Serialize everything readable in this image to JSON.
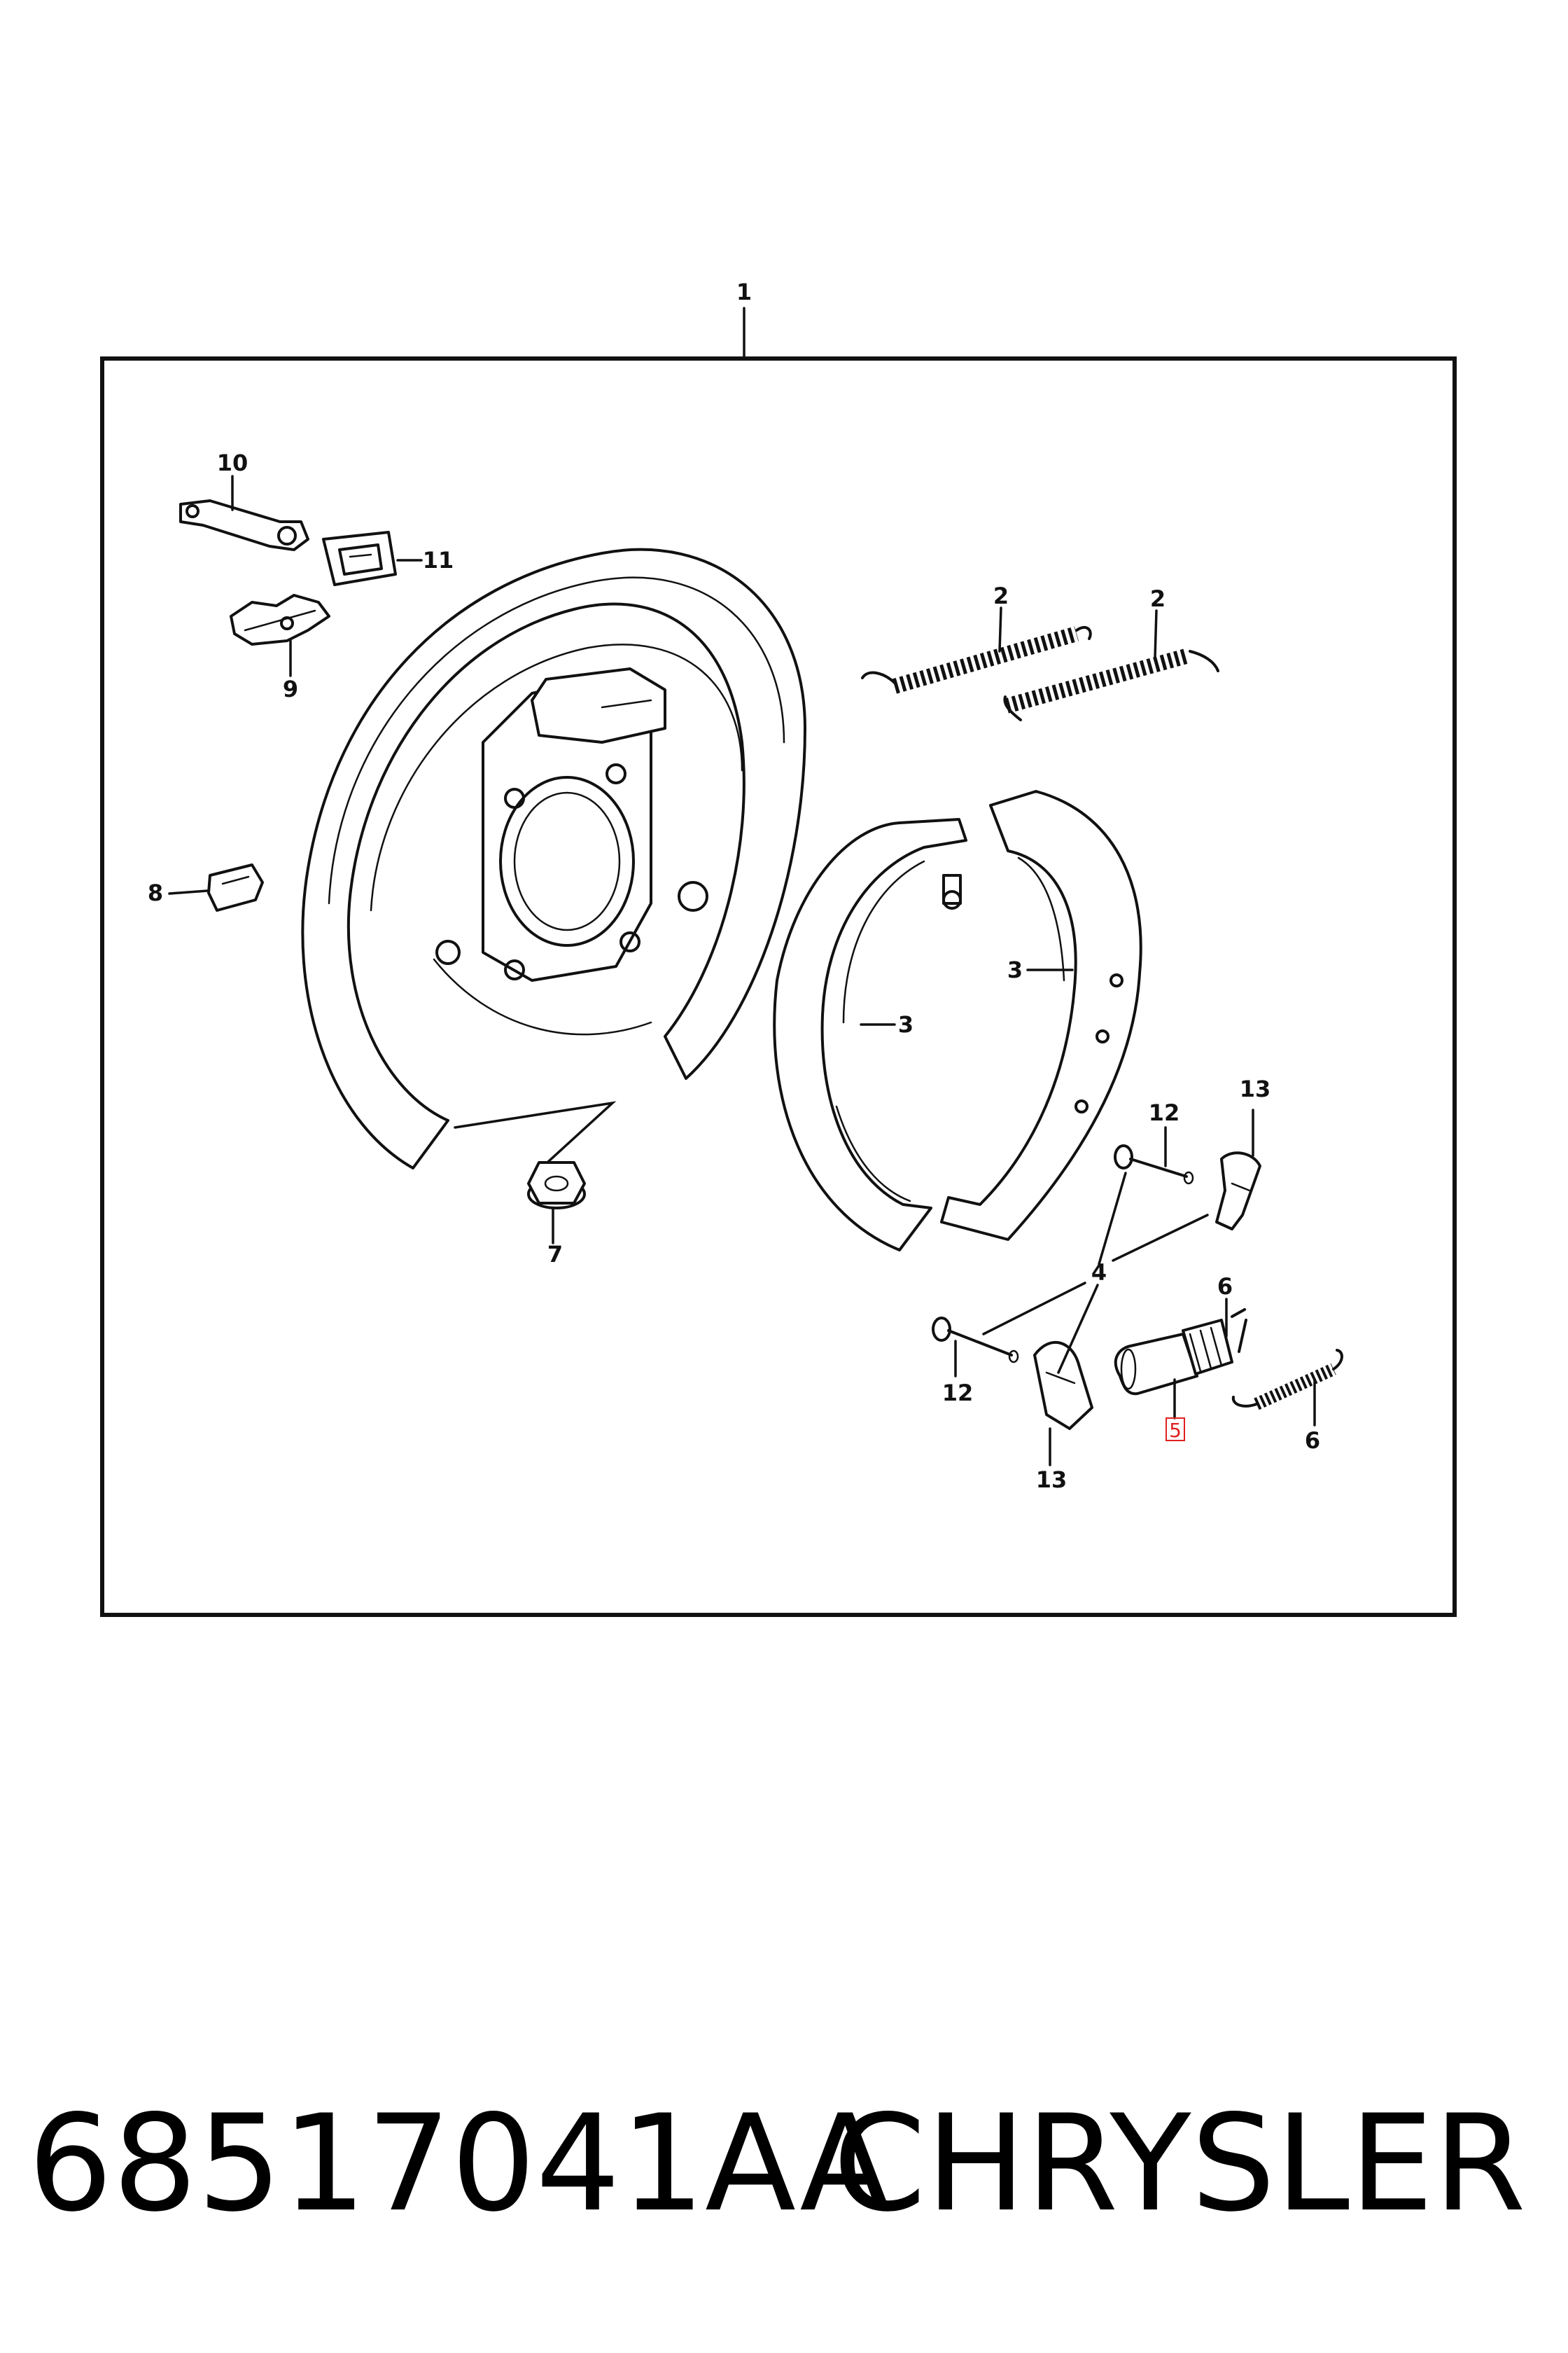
{
  "callouts": {
    "c1": "1",
    "c2a": "2",
    "c2b": "2",
    "c3a": "3",
    "c3b": "3",
    "c4": "4",
    "c5": "5",
    "c6a": "6",
    "c6b": "6",
    "c7": "7",
    "c8": "8",
    "c9": "9",
    "c10": "10",
    "c11": "11",
    "c12a": "12",
    "c12b": "12",
    "c13a": "13",
    "c13b": "13"
  },
  "highlight_color": "#e02020",
  "footer": {
    "part_number": "68517041AA",
    "brand": "CHRYSLER"
  }
}
